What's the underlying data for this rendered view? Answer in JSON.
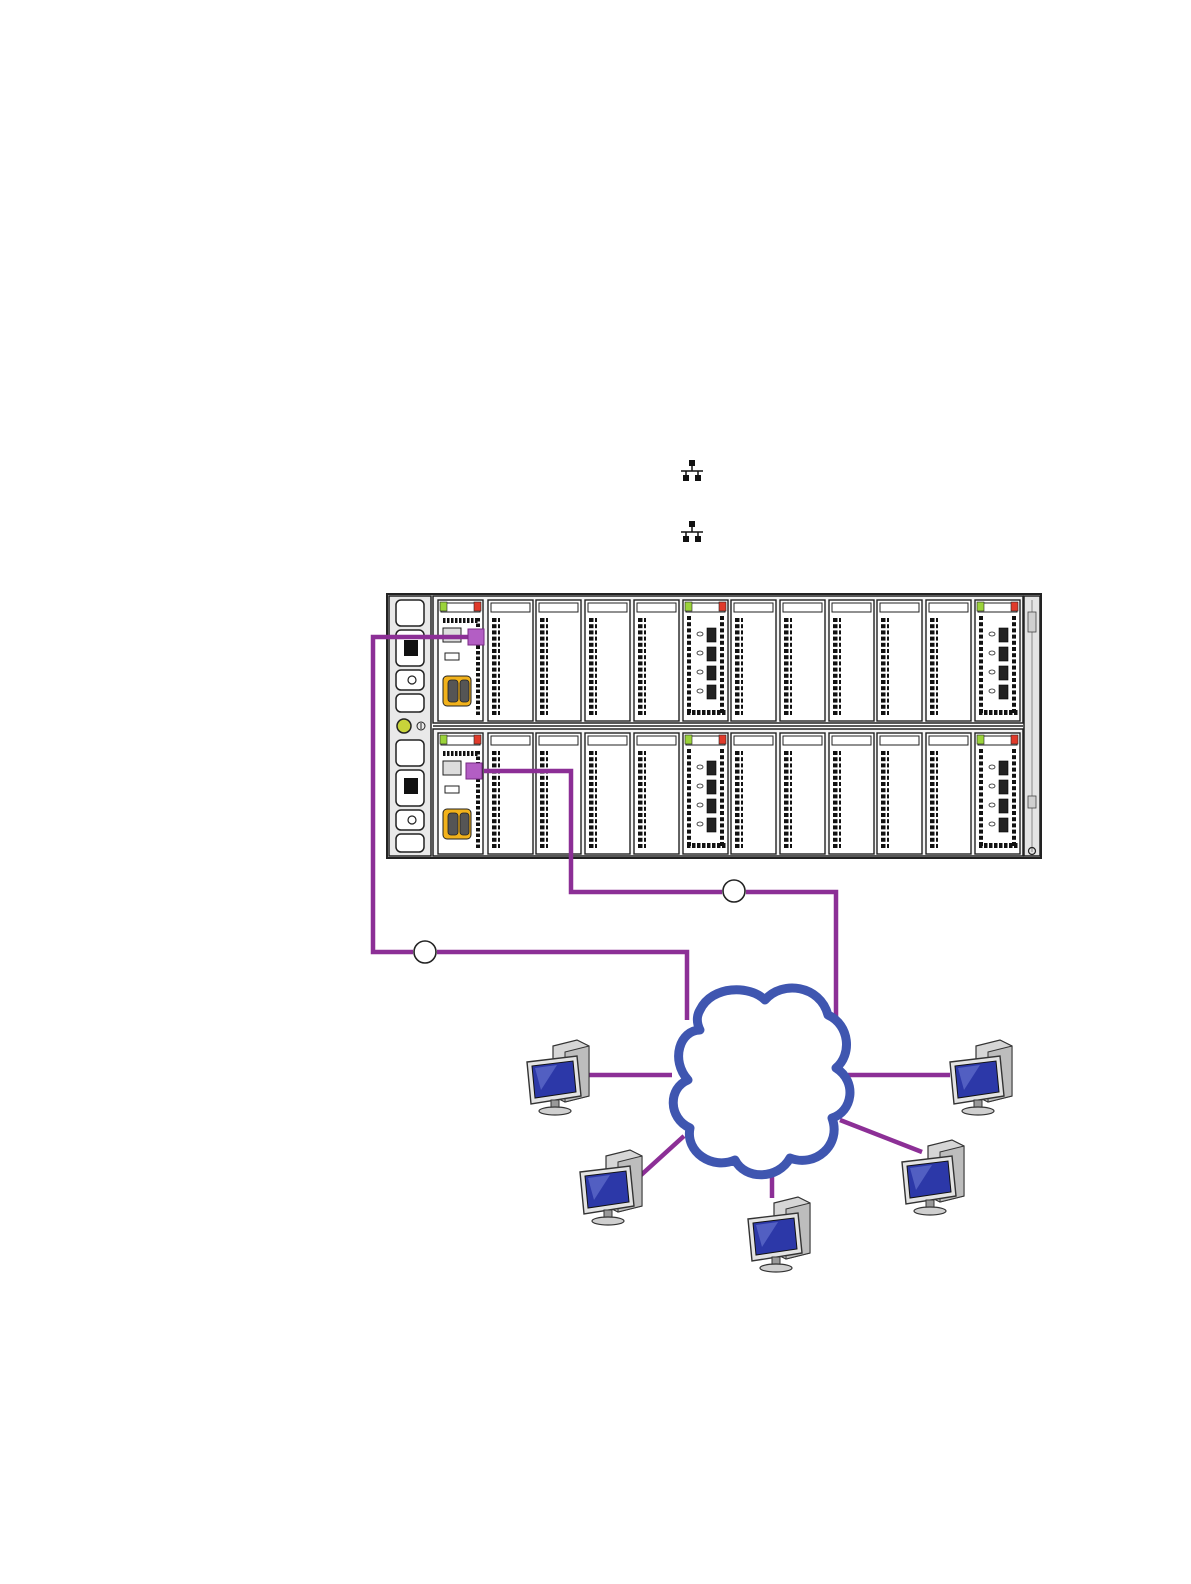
{
  "icons": {
    "network_icon_1": "network-icon",
    "network_icon_2": "network-icon",
    "cloud": "network-cloud-icon",
    "computer": "desktop-computer-icon"
  },
  "callouts": [
    {
      "id": "callout-1",
      "label": ""
    },
    {
      "id": "callout-2",
      "label": ""
    }
  ],
  "chassis": {
    "drawers": 2,
    "slots_per_drawer": 12
  },
  "colors": {
    "cable": "#8c2f96",
    "cloud_outline": "#3f56b0",
    "chassis_frame": "#222222",
    "controller_port": "#b35ec4",
    "serial_port": "#f2b21b",
    "status_green": "#9bd33a",
    "status_red": "#e03a2a",
    "monitor_screen": "#2c38a8"
  }
}
